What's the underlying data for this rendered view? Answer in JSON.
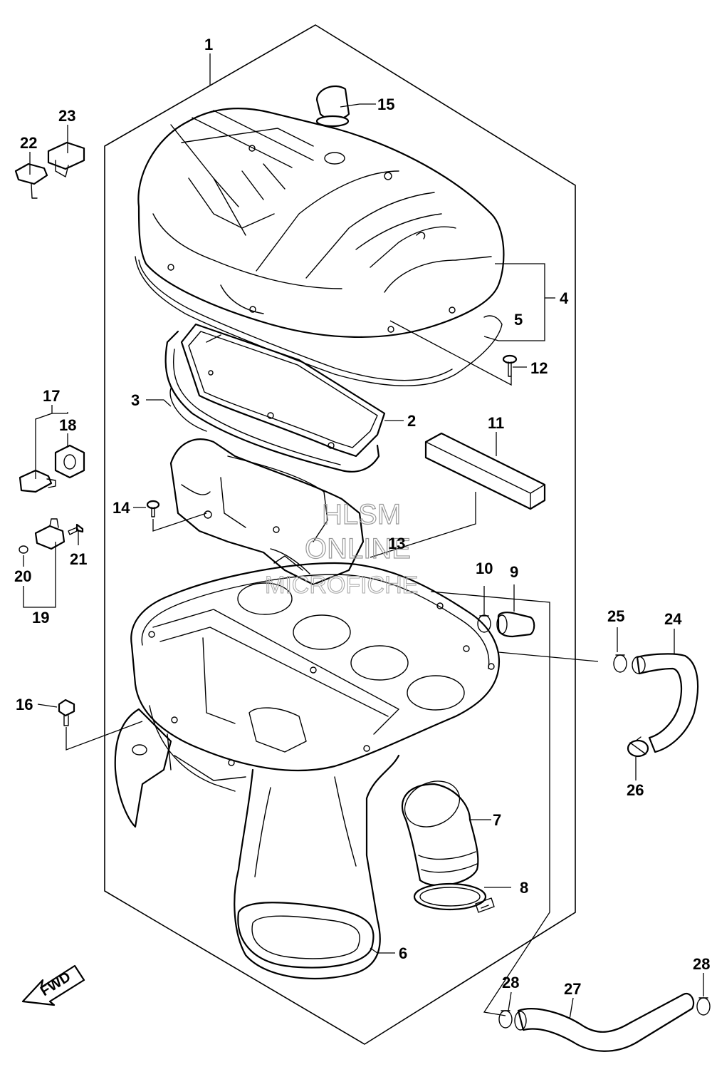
{
  "callouts": [
    {
      "id": "1",
      "label": "1"
    },
    {
      "id": "2",
      "label": "2"
    },
    {
      "id": "3",
      "label": "3"
    },
    {
      "id": "4",
      "label": "4"
    },
    {
      "id": "5",
      "label": "5"
    },
    {
      "id": "6",
      "label": "6"
    },
    {
      "id": "7",
      "label": "7"
    },
    {
      "id": "8",
      "label": "8"
    },
    {
      "id": "9",
      "label": "9"
    },
    {
      "id": "10",
      "label": "10"
    },
    {
      "id": "11",
      "label": "11"
    },
    {
      "id": "12",
      "label": "12"
    },
    {
      "id": "13",
      "label": "13"
    },
    {
      "id": "14",
      "label": "14"
    },
    {
      "id": "15",
      "label": "15"
    },
    {
      "id": "16",
      "label": "16"
    },
    {
      "id": "17",
      "label": "17"
    },
    {
      "id": "18",
      "label": "18"
    },
    {
      "id": "19",
      "label": "19"
    },
    {
      "id": "20",
      "label": "20"
    },
    {
      "id": "21",
      "label": "21"
    },
    {
      "id": "22",
      "label": "22"
    },
    {
      "id": "23",
      "label": "23"
    },
    {
      "id": "24",
      "label": "24"
    },
    {
      "id": "25",
      "label": "25"
    },
    {
      "id": "26",
      "label": "26"
    },
    {
      "id": "27",
      "label": "27"
    },
    {
      "id": "28a",
      "label": "28"
    },
    {
      "id": "28b",
      "label": "28"
    }
  ],
  "watermark": {
    "line1": "HLSM",
    "line2": "ONLINE",
    "line3": "MICROFICHE"
  },
  "direction_label": "FWD",
  "colors": {
    "ink": "#000000",
    "paper": "#ffffff",
    "watermark": "#999999"
  }
}
